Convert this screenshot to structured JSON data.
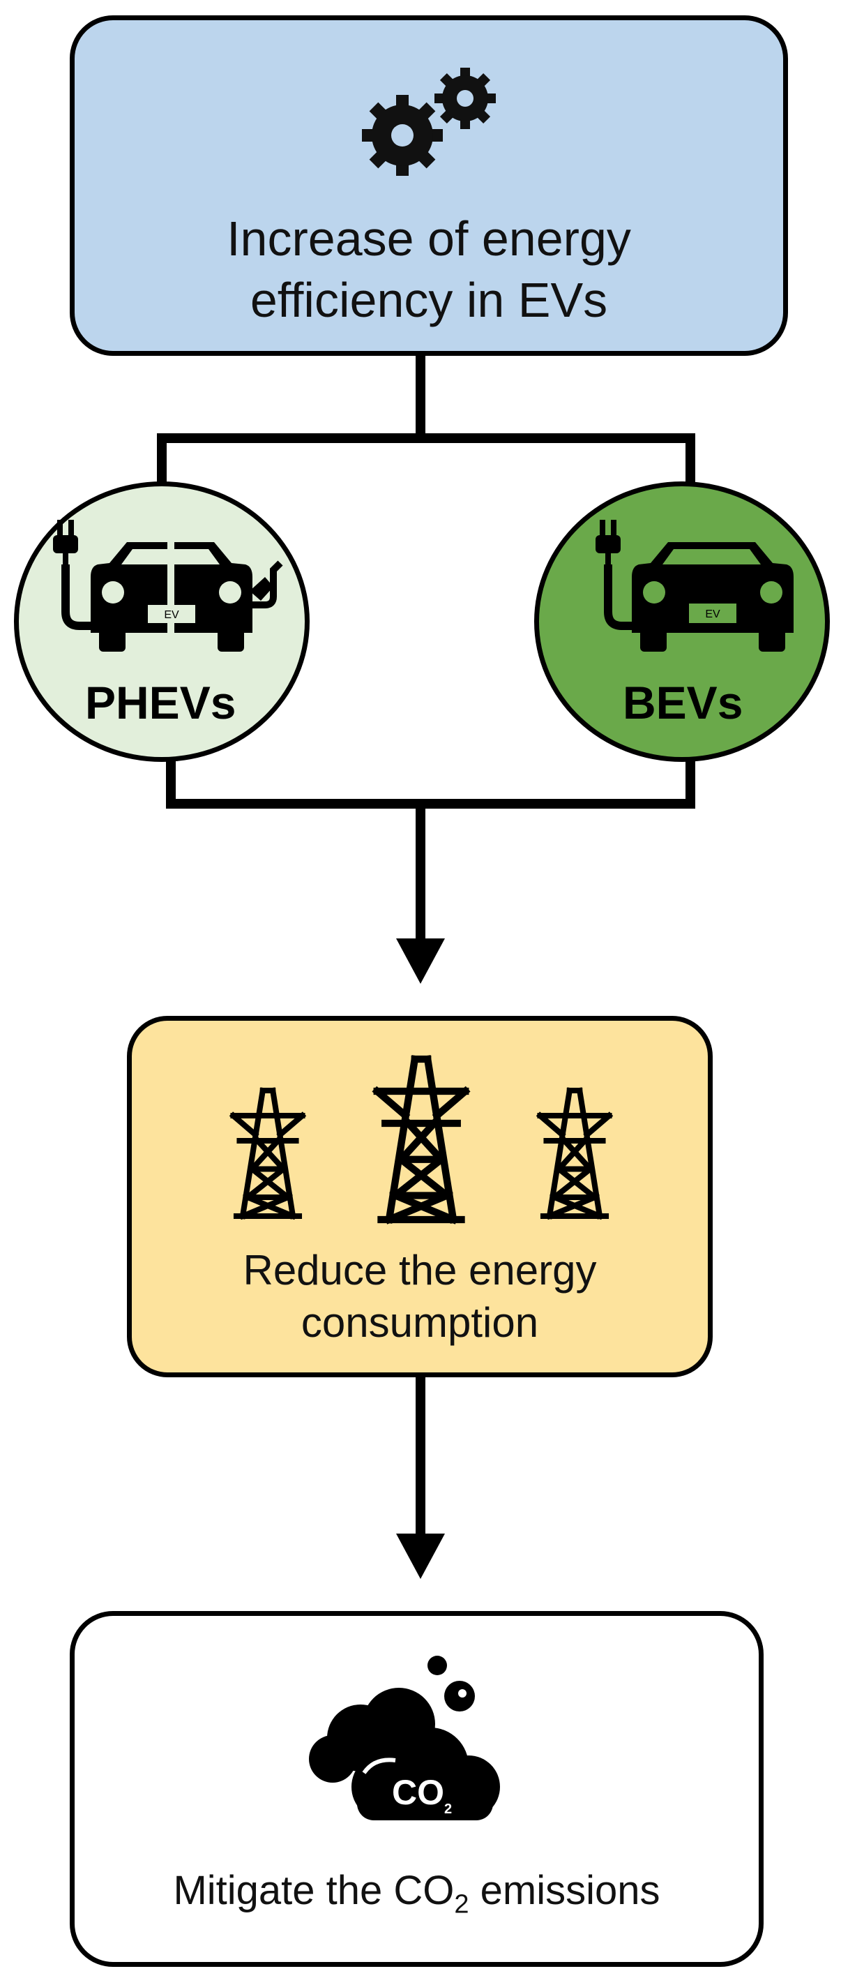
{
  "top_box": {
    "label": "Increase of energy efficiency in EVs",
    "icon": "gears-icon",
    "color": "#bcd5ed"
  },
  "phev": {
    "label": "PHEVs",
    "icon": "plug-in-hybrid-car-icon",
    "plate": "EV",
    "color": "#e2efdb"
  },
  "bev": {
    "label": "BEVs",
    "icon": "electric-car-icon",
    "plate": "EV",
    "color": "#6aa94a"
  },
  "middle_box": {
    "label": "Reduce the energy consumption",
    "icon": "power-tower-icon",
    "color": "#fde39d"
  },
  "bottom_box": {
    "label_prefix": "Mitigate the CO",
    "label_subscript": "2",
    "label_suffix": " emissions",
    "icon": "co2-cloud-icon",
    "cloud_text": "CO",
    "cloud_subscript": "2",
    "color": "#ffffff"
  }
}
